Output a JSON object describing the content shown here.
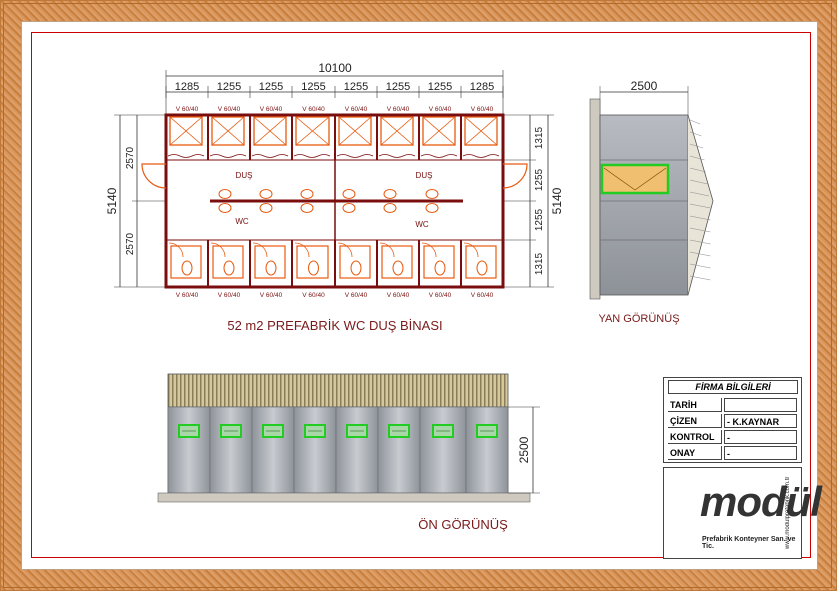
{
  "drawing": {
    "title": "52 m2 PREFABRİK WC DUŞ BİNASI",
    "side_view_label": "YAN GÖRÜNÜŞ",
    "front_view_label": "ÖN GÖRÜNÜŞ"
  },
  "dimensions": {
    "total_width": "10100",
    "segments": [
      "1285",
      "1255",
      "1255",
      "1255",
      "1255",
      "1255",
      "1255",
      "1285"
    ],
    "total_depth_left": "5140",
    "left_parts": [
      "2570",
      "2570"
    ],
    "right_parts": [
      "1315",
      "1255",
      "1255",
      "1315"
    ],
    "total_depth_right": "5140",
    "side_width": "2500",
    "front_height": "2500"
  },
  "plan": {
    "cabin_top_labels": [
      "V 60/40",
      "V 60/40",
      "V 60/40",
      "V 60/40",
      "V 60/40",
      "V 60/40",
      "V 60/40",
      "V 60/40"
    ],
    "cabin_bottom_labels": [
      "V 60/40",
      "V 60/40",
      "V 60/40",
      "V 60/40",
      "V 60/40",
      "V 60/40",
      "V 60/40",
      "V 60/40"
    ],
    "zone_shower_left": "DUŞ",
    "zone_shower_right": "DUŞ",
    "zone_wc_left": "WC",
    "zone_wc_right": "WC"
  },
  "title_block": {
    "header": "FİRMA BİLGİLERİ",
    "rows": [
      {
        "key": "TARİH",
        "value": ""
      },
      {
        "key": "ÇİZEN",
        "value": "- K.KAYNAR"
      },
      {
        "key": "KONTROL",
        "value": "-"
      },
      {
        "key": "ONAY",
        "value": "-"
      }
    ]
  },
  "logo": {
    "name": "modül",
    "subtitle": "Prefabrik Konteyner San. ve Tic.",
    "url": "www.modulprefabrik.com.tr"
  },
  "colors": {
    "wall": "#7a0e0e",
    "orange": "#e85a10",
    "window_green": "#22cc22",
    "panel_gray": "#a9adb3"
  }
}
